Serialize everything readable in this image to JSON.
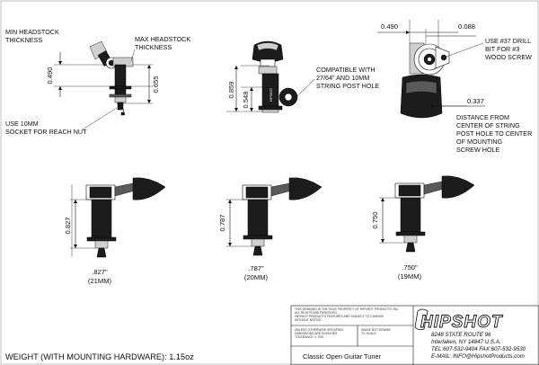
{
  "notes": {
    "min_headstock": [
      "MIN HEADSTOCK",
      "THICKNESS"
    ],
    "max_headstock": [
      "MAX HEADSTOCK",
      "THICKNESS"
    ],
    "reach_nut": [
      "USE 10MM",
      "SOCKET FOR REACH NUT"
    ],
    "compatible": [
      "COMPATIBLE WITH",
      "27/64\" AND 10MM",
      "STRING POST HOLE"
    ],
    "drill": [
      "USE #37 DRILL",
      "BIT FOR #3",
      "WOOD SCREW"
    ],
    "distance": [
      "DISTANCE FROM",
      "CENTER OF STRING",
      "POST HOLE TO CENTER",
      "OF MOUNTING",
      "SCREW HOLE"
    ]
  },
  "dimensions": {
    "min_thickness": "0.490",
    "max_thickness": "0.655",
    "front_height_1": "0.859",
    "front_height_2": "0.548",
    "top_width": "0.490",
    "top_screw_offset": "0.088",
    "screw_distance": "0.337",
    "post_1": "0.827",
    "post_2": "0.787",
    "post_3": "0.750"
  },
  "post_labels": [
    {
      "inch": ".827\"",
      "mm": "(21MM)"
    },
    {
      "inch": ".787\"",
      "mm": "(20MM)"
    },
    {
      "inch": ".750\"",
      "mm": "(19MM)"
    }
  ],
  "weight": "WEIGHT (WITH MOUNTING HARDWARE): 1.15oz",
  "title_block": {
    "legal": [
      "THIS DRAWING IS THE SOLE PROPERTY OF HIPSHOT PRODUCTS, INC.",
      "ALL RIGHTS ARE RESERVED.",
      "HIPSHOT PRODUCTS FEATURES ARE SUBJECT TO CHANGE",
      "WITHOUT NOTICE."
    ],
    "tolerance": [
      "UNLESS OTHERWISE SPECIFIED:",
      "DIMENSIONS ARE IN INCHES",
      "TOLERANCE: ± .005"
    ],
    "scale_note": [
      "IMAGE NOT DRAWN",
      "TO SCALE"
    ],
    "part_name": "Classic Open Guitar Tuner",
    "company_logo": "HIPSHOT",
    "address": [
      "8248 STATE ROUTE 96",
      "Interlaken, NY 14847 U.S.A.",
      "TEL:607-532-9404 FAX:607-532-9530",
      "E-MAIL: INFO@HipshotProducts.com"
    ]
  }
}
